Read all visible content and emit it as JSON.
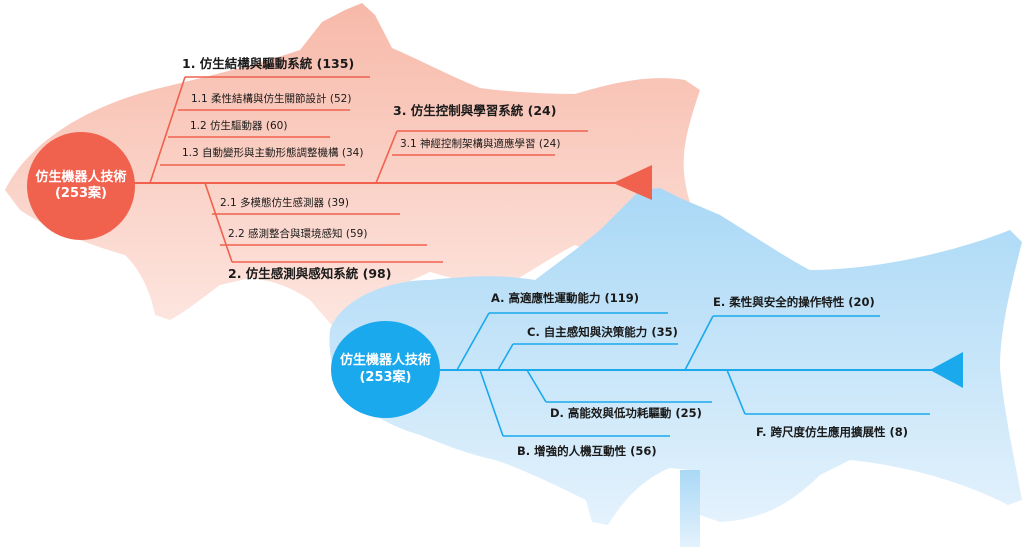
{
  "colors": {
    "red_accent": "#f0614e",
    "red_fish": "#f9cdc2",
    "blue_accent": "#19a9ec",
    "blue_fish": "#c4e4f8"
  },
  "red_fish": {
    "center_title": "仿生機器人技術",
    "center_count": "(253案)",
    "branch_1": "1. 仿生結構與驅動系統 (135)",
    "branch_1_items": [
      "1.1 柔性結構與仿生關節設計 (52)",
      "1.2 仿生驅動器 (60)",
      "1.3 自動變形與主動形態調整機構 (34)"
    ],
    "branch_2": "2. 仿生感測與感知系統 (98)",
    "branch_2_items": [
      "2.1 多模態仿生感測器 (39)",
      "2.2 感測整合與環境感知 (59)"
    ],
    "branch_3": "3. 仿生控制與學習系統 (24)",
    "branch_3_items": [
      "3.1 神經控制架構與適應學習 (24)"
    ]
  },
  "blue_fish": {
    "center_title": "仿生機器人技術",
    "center_count": "(253案)",
    "branch_a": "A. 高適應性運動能力 (119)",
    "branch_b": "B. 增強的人機互動性 (56)",
    "branch_c": "C. 自主感知與決策能力 (35)",
    "branch_d": "D. 高能效與低功耗驅動 (25)",
    "branch_e": "E. 柔性與安全的操作特性 (20)",
    "branch_f": "F. 跨尺度仿生應用擴展性 (8)"
  }
}
